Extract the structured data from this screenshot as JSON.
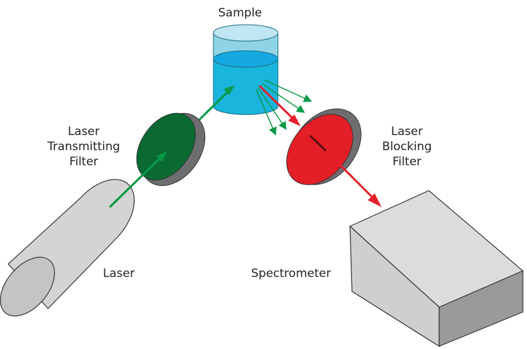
{
  "labels": {
    "sample": "Sample",
    "transmitting_filter": [
      "Laser",
      "Transmitting",
      "Filter"
    ],
    "blocking_filter": [
      "Laser",
      "Blocking",
      "Filter"
    ],
    "laser": "Laser",
    "spectrometer": "Spectrometer"
  },
  "colors": {
    "laser_beam": "#0a9a48",
    "rayleigh_beam": "#e3202a",
    "sample_liquid": "#1ab5dc",
    "transmitting_filter": "#0a6a32",
    "blocking_filter": "#e31e26",
    "device_gray": "#d4d4d4"
  }
}
